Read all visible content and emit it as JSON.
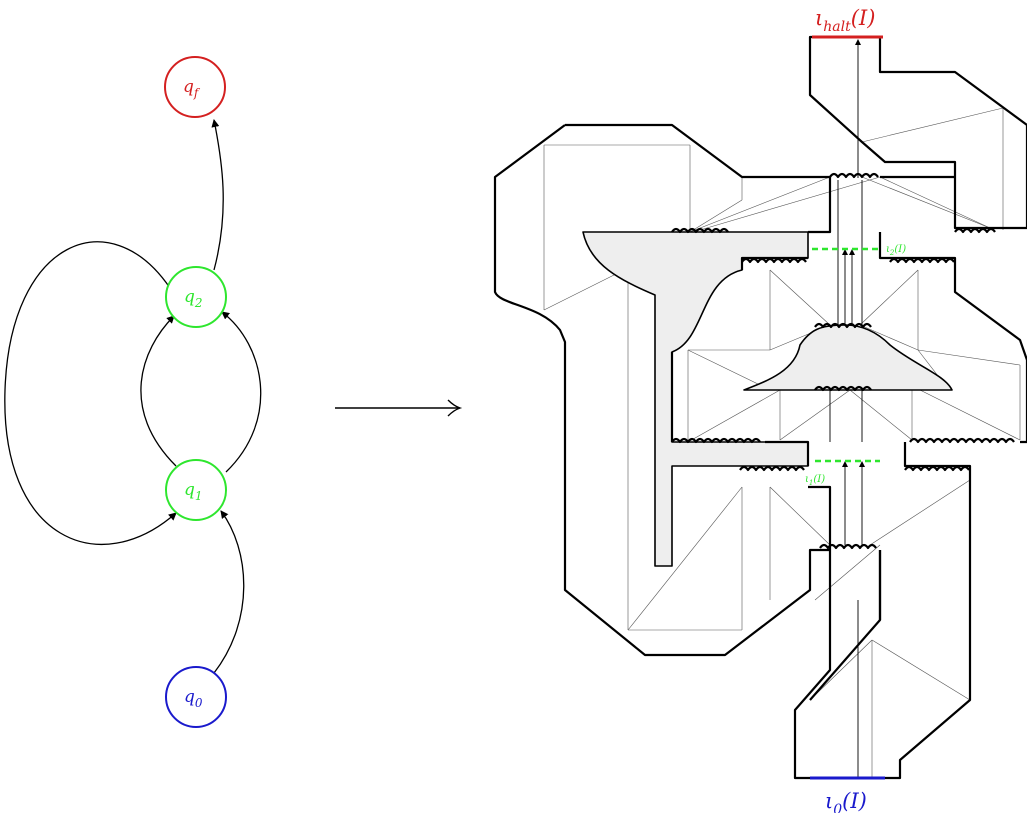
{
  "automaton": {
    "states": [
      {
        "id": "q0",
        "base": "q",
        "sub": "0",
        "color": "#1a1acc"
      },
      {
        "id": "q1",
        "base": "q",
        "sub": "1",
        "color": "#2ee62e"
      },
      {
        "id": "q2",
        "base": "q",
        "sub": "2",
        "color": "#2ee62e"
      },
      {
        "id": "qf",
        "base": "q",
        "sub": "f",
        "color": "#d42020"
      }
    ]
  },
  "construction": {
    "halt_label": {
      "base": "ι",
      "sub": "halt",
      "arg": "(I)",
      "color": "#d42020"
    },
    "start_label": {
      "base": "ι",
      "sub": "0",
      "arg": "(I)",
      "color": "#1a1acc"
    },
    "gate1_label": {
      "base": "ι",
      "sub": "1",
      "arg": "(I)",
      "color": "#2ee62e"
    },
    "gate2_label": {
      "base": "ι",
      "sub": "2",
      "arg": "(I)",
      "color": "#2ee62e"
    }
  }
}
